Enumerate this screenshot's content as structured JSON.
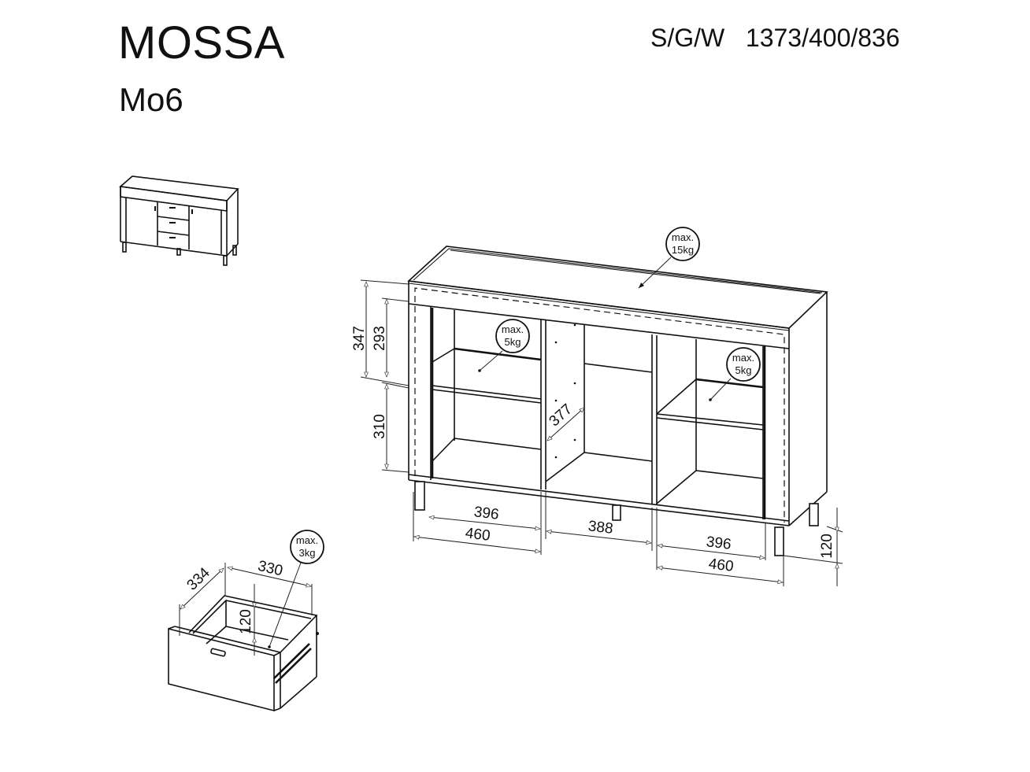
{
  "header": {
    "product_name": "MOSSA",
    "model_code": "Mo6",
    "dimension_label": "S/G/W",
    "dimension_values": "1373/400/836"
  },
  "load_limits": {
    "top": {
      "line1": "max.",
      "line2": "15kg"
    },
    "left_shelf": {
      "line1": "max.",
      "line2": "5kg"
    },
    "right_shelf": {
      "line1": "max.",
      "line2": "5kg"
    },
    "drawer": {
      "line1": "max.",
      "line2": "3kg"
    }
  },
  "cabinet_dimensions": {
    "total_upper_height": "347",
    "upper_compartment_height": "293",
    "lower_compartment_height": "310",
    "inner_depth": "377",
    "left_inner_width": "396",
    "left_outer_width": "460",
    "middle_width": "388",
    "right_inner_width": "396",
    "right_outer_width": "460",
    "leg_height": "120"
  },
  "drawer_dimensions": {
    "depth": "334",
    "width": "330",
    "height": "120"
  }
}
